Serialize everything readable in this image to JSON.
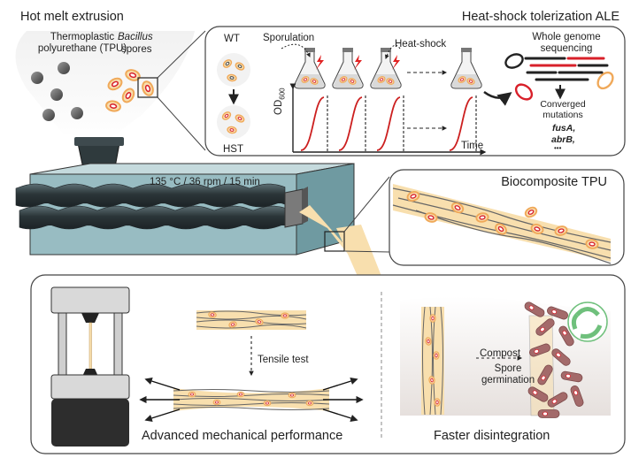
{
  "hme": {
    "title": "Hot melt extrusion",
    "tpu_label": "Thermoplastic\npolyurethane (TPU)",
    "bacillus": "Bacillus",
    "spores": "spores",
    "conditions": "135 °C / 36 rpm / 15 min"
  },
  "ale": {
    "title": "Heat-shock tolerization ALE",
    "wt": "WT",
    "hst": "HST",
    "sporulation": "Sporulation",
    "heat_shock": "Heat-shock",
    "wgs": "Whole genome\nsequencing",
    "converged": "Converged\nmutations",
    "mut1": "fusA,",
    "mut2": "abrB,",
    "ellipsis": "•••",
    "y_axis": "OD",
    "y_axis_sub": "600",
    "x_axis": "Time"
  },
  "biocomposite": {
    "title": "Biocomposite TPU"
  },
  "bottom": {
    "tensile": "Tensile test",
    "mech_caption": "Advanced mechanical performance",
    "compost": "Compost",
    "germination": "Spore\ngermination",
    "disint_caption": "Faster disintegration"
  },
  "colors": {
    "tpu_fill": "#f8dfae",
    "spore_orange": "#f0a95a",
    "spore_red": "#d8202a",
    "growth_curve": "#cc1f1f",
    "box_fill": "#98bcc2",
    "panel_border": "#444444",
    "bacteria_brown": "#a36a6a",
    "recycle_green": "#6fc07c"
  },
  "icons": [
    "flask-icon",
    "lightning-icon",
    "dna-plasmid-icon",
    "recycle-icon",
    "tensile-machine-icon",
    "extruder-hopper-icon"
  ]
}
